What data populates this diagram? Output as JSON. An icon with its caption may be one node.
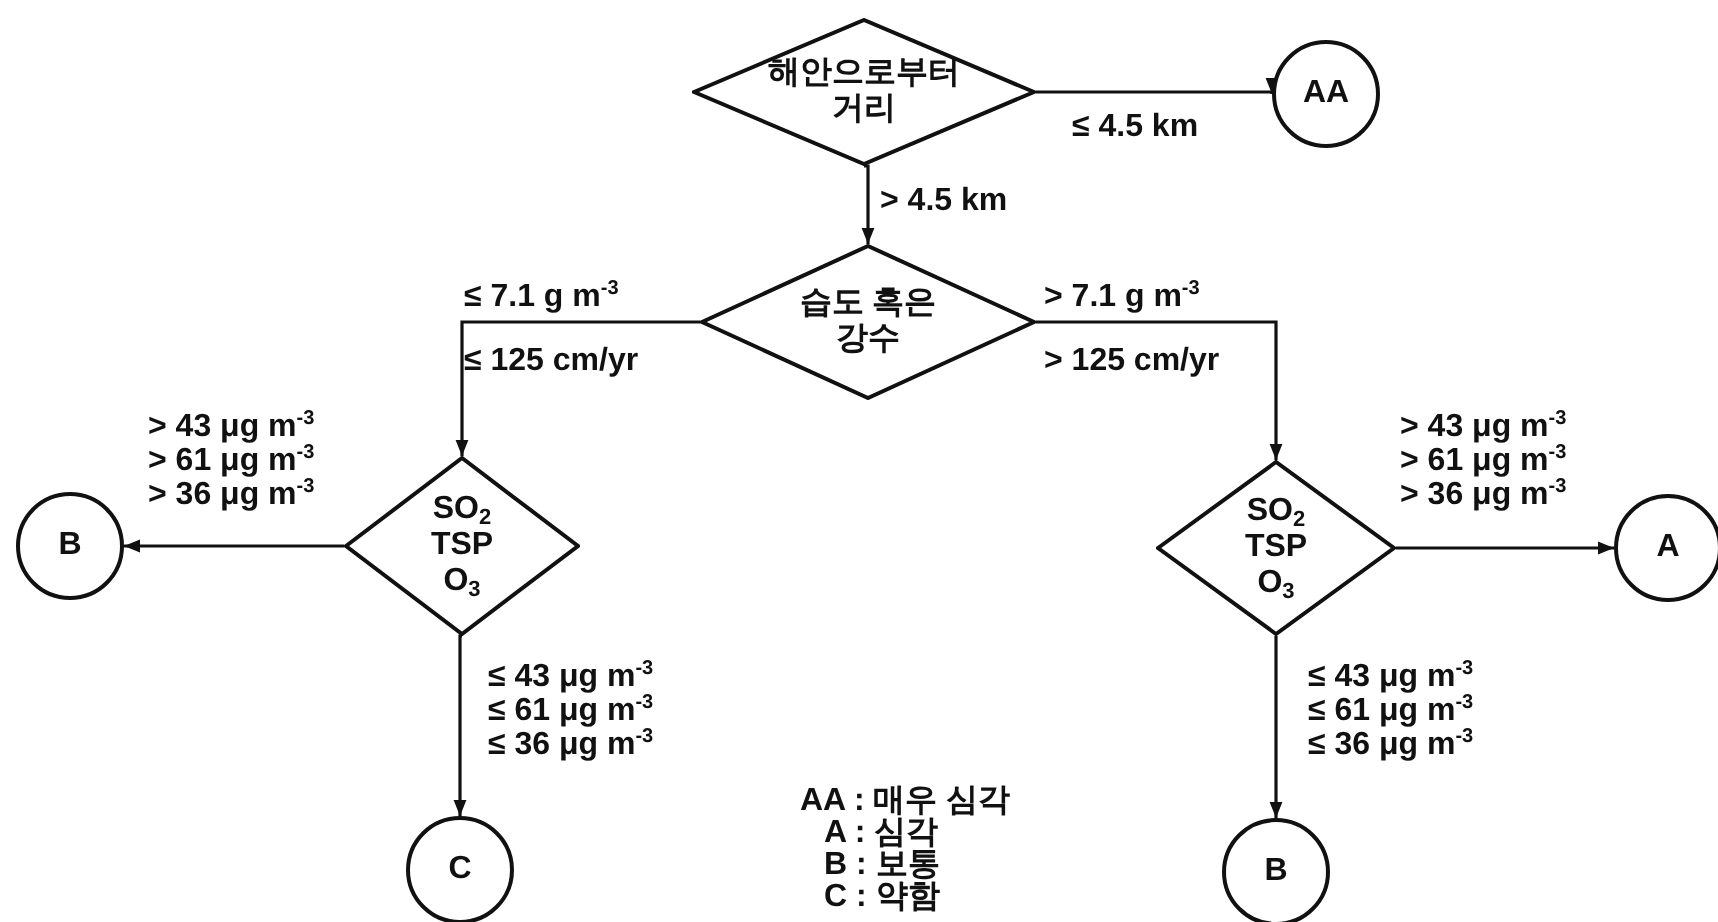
{
  "diagram": {
    "nodes": [
      {
        "text": [
          "해안으로부터 거리"
        ]
      },
      {
        "text": [
          "AA"
        ]
      },
      {
        "text": [
          "습도 혹은 강수"
        ]
      },
      {
        "text": [
          "SO$_{2}$ TSP O$_{3}$"
        ]
      },
      {
        "text": [
          "B"
        ]
      },
      {
        "text": [
          "C"
        ]
      },
      {
        "text": [
          "SO$_{2}$ TSP O$_{3}$"
        ]
      },
      {
        "text": [
          "A"
        ]
      },
      {
        "text": [
          "B"
        ]
      }
    ],
    "edges": [
      {
        "from": 0,
        "to": 1,
        "arrow": "to",
        "label": "≤ 4.5 km"
      },
      {
        "from": 0,
        "to": 2,
        "arrow": "to",
        "label": "> 4.5 km"
      },
      {
        "from": 2,
        "to": 3,
        "arrow": "to",
        "label": "≤ 7.1 g m$^{-3}$"
      },
      {
        "from": 2,
        "to": 6,
        "arrow": "to",
        "label": "> 7.1 g m$^{-3}$"
      },
      {
        "from": 3,
        "to": 4,
        "arrow": "to",
        "label": "> 43 μg m$^{-3}$ > 61 μg m$^{-3}$ > 36 μg m$^{-3}$"
      },
      {
        "from": 3,
        "to": 5,
        "arrow": "to",
        "label": "≤ 43 μg m$^{-3}$ ≤ 61 μg m$^{-3}$ ≤ 36 μg m$^{-3}$"
      },
      {
        "from": 6,
        "to": 7,
        "arrow": "to",
        "label": "> 43 μg m$^{-3}$ > 61 μg m$^{-3}$ > 36 μg m$^{-3}$"
      },
      {
        "from": 6,
        "to": 8,
        "arrow": "to",
        "label": "≤ 43 μg m$^{-3}$ ≤ 61 μg m$^{-3}$ ≤ 36 μg m$^{-3}$"
      }
    ],
    "labels": [
      "≤ 125 cm/yr",
      "> 125 cm/yr",
      "AA : 매우 심각",
      "A : 심각",
      "B : 보통",
      "C : 약함"
    ]
  }
}
